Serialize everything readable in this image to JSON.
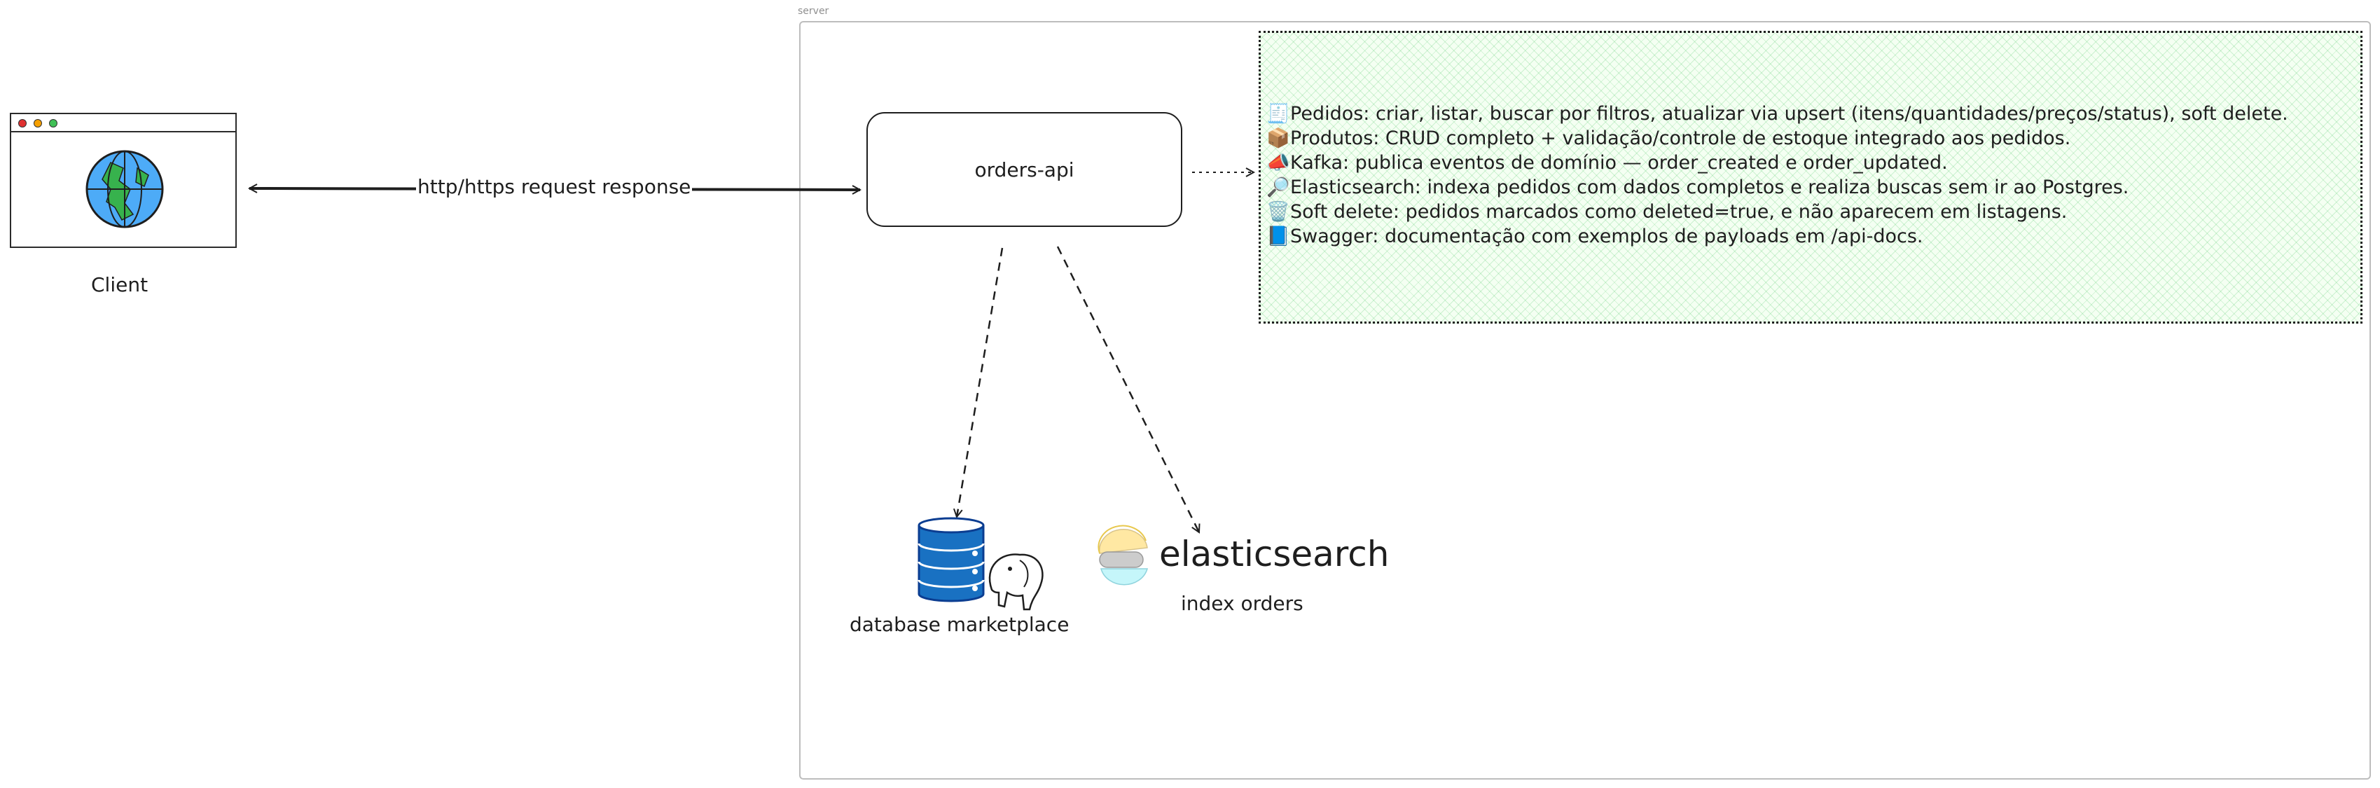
{
  "server": {
    "label": "server"
  },
  "client": {
    "label": "Client"
  },
  "connection": {
    "label": "http/https request response"
  },
  "service": {
    "label": "orders-api"
  },
  "notes": [
    {
      "icon": "clipboard-icon",
      "glyph": "🧾",
      "text": "Pedidos: criar, listar, buscar por filtros, atualizar via upsert (itens/quantidades/preços/status), soft delete."
    },
    {
      "icon": "package-icon",
      "glyph": "📦",
      "text": "Produtos: CRUD completo + validação/controle de estoque integrado aos pedidos."
    },
    {
      "icon": "megaphone-icon",
      "glyph": "📣",
      "text": "Kafka: publica eventos de domínio — order_created e order_updated."
    },
    {
      "icon": "magnifier-icon",
      "glyph": "🔎",
      "text": "Elasticsearch: indexa pedidos com dados completos e realiza buscas sem ir ao Postgres."
    },
    {
      "icon": "wastebasket-icon",
      "glyph": "🗑️",
      "text": "Soft delete: pedidos marcados como deleted=true, e não aparecem em listagens."
    },
    {
      "icon": "blue-book-icon",
      "glyph": "📘",
      "text": "Swagger: documentação com exemplos de payloads em /api-docs."
    }
  ],
  "database": {
    "label": "database marketplace"
  },
  "search": {
    "logo_text": "elasticsearch",
    "label": "index orders"
  },
  "colors": {
    "note_fill": "#ebfbee",
    "note_hatch": "#40c057",
    "db_blue": "#1971c2",
    "stroke": "#1e1e1e"
  }
}
